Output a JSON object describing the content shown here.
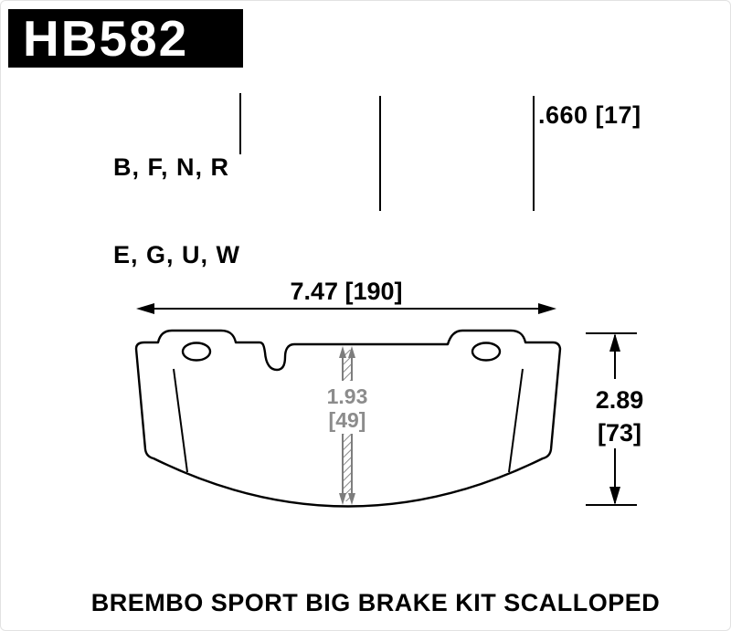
{
  "part": {
    "number": "HB582",
    "caption": "BREMBO SPORT BIG BRAKE KIT SCALLOPED"
  },
  "compounds": {
    "line1": "B, F, N, R",
    "line2": "E, G, U, W"
  },
  "thickness": {
    "label": ".660 [17]"
  },
  "dimensions": {
    "width": "7.47 [190]",
    "center_height_in": "1.93",
    "center_height_mm": "[49]",
    "height_in": "2.89",
    "height_mm": "[73]"
  },
  "colors": {
    "ink": "#000000",
    "dim_gray": "#8c8c8c",
    "part_box_bg": "#000000",
    "part_box_text": "#ffffff",
    "background": "#ffffff"
  }
}
